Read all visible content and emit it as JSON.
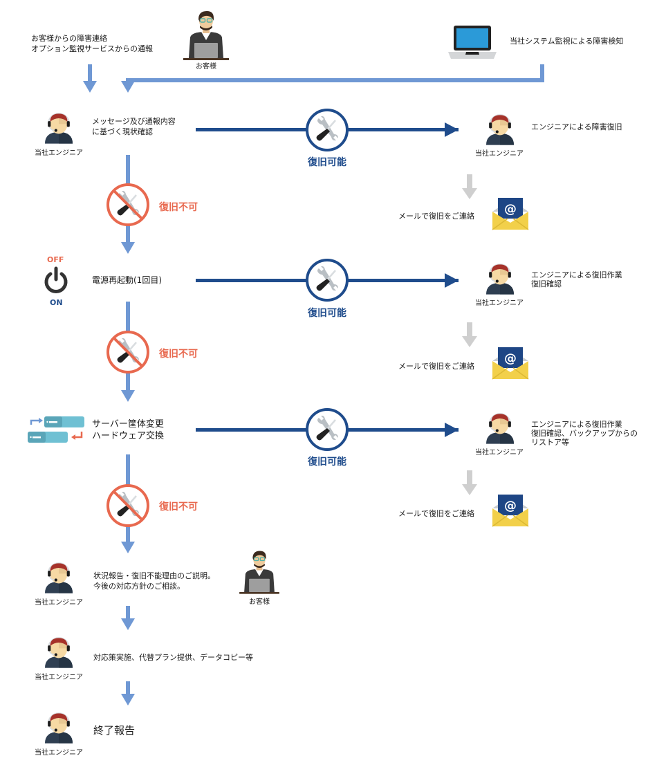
{
  "colors": {
    "flow_blue_light": "#6f98d4",
    "flow_blue_dark": "#1f4c8c",
    "flow_gray": "#cfcfcf",
    "ng_red": "#e8694f",
    "ok_blue": "#1f4c8c",
    "envelope_yellow": "#f2d04a",
    "envelope_letter": "#1e4685"
  },
  "sources": {
    "customer_report": "お客様からの障害連絡\nオプション監視サービスからの通報",
    "customer_label": "お客様",
    "system_detect": "当社システム監視による障害検知"
  },
  "engineer_label": "当社エンジニア",
  "steps": [
    {
      "text": "メッセージ及び通報内容\nに基づく現状確認",
      "ok_label": "復旧可能",
      "ok_result": "エンジニアによる障害復旧",
      "mail_text": "メールで復旧をご連絡",
      "ng_label": "復旧不可"
    },
    {
      "power_off": "OFF",
      "power_on": "ON",
      "text": "電源再起動(1回目)",
      "ok_label": "復旧可能",
      "ok_result": "エンジニアによる復旧作業\n復旧確認",
      "mail_text": "メールで復旧をご連絡",
      "ng_label": "復旧不可"
    },
    {
      "text": "サーバー筐体変更\nハードウェア交換",
      "ok_label": "復旧可能",
      "ok_result": "エンジニアによる復旧作業\n復旧確認、バックアップからの\nリストア等",
      "mail_text": "メールで復旧をご連絡",
      "ng_label": "復旧不可"
    }
  ],
  "final_steps": [
    {
      "text": "状況報告・復旧不能理由のご説明。\n今後の対応方針のご相談。",
      "with_customer": "お客様"
    },
    {
      "text": "対応策実施、代替プラン提供、データコピー等"
    },
    {
      "text": "終了報告"
    }
  ]
}
